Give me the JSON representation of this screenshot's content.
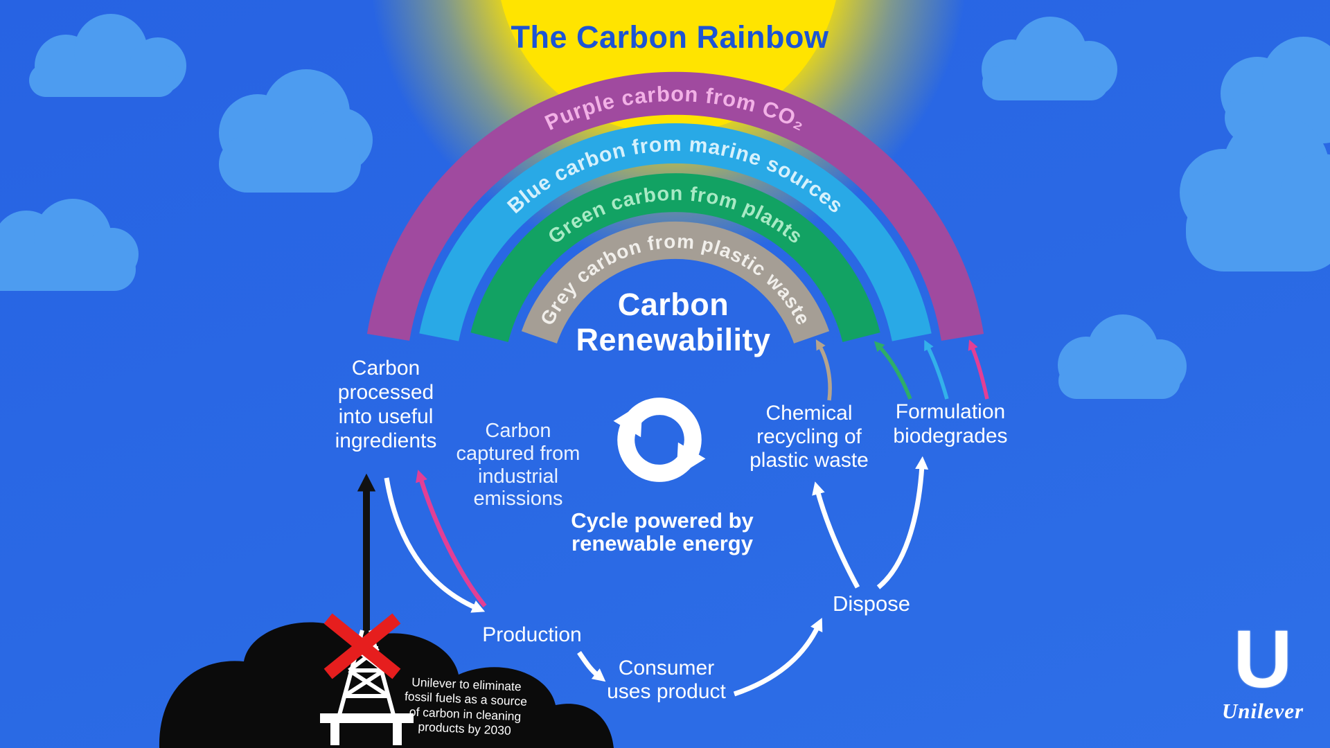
{
  "title": "The Carbon Rainbow",
  "sky": {
    "background": "#2a69e4",
    "cloud_color": "#4d9cf0",
    "sun_color": "#ffe400"
  },
  "rainbow": {
    "center_label": "Carbon\nRenewability",
    "bands": [
      {
        "id": "purple",
        "label": "Purple carbon from CO₂",
        "band_color": "#a04a9f",
        "label_color": "#f2b1e6"
      },
      {
        "id": "blue",
        "label": "Blue carbon from marine sources",
        "band_color": "#29a9e6",
        "label_color": "#d6f1fc"
      },
      {
        "id": "green",
        "label": "Green carbon from plants",
        "band_color": "#12a263",
        "label_color": "#a9eac5"
      },
      {
        "id": "grey",
        "label": "Grey carbon from plastic waste",
        "band_color": "#a59e95",
        "label_color": "#f1efeb"
      }
    ]
  },
  "cycle": {
    "caption": "Cycle powered by\nrenewable energy"
  },
  "flow": {
    "carbon_processed": "Carbon\nprocessed\ninto useful\ningredients",
    "carbon_captured": "Carbon\ncaptured from\nindustrial\nemissions",
    "production": "Production",
    "consumer": "Consumer\nuses product",
    "dispose": "Dispose",
    "chemical_recycling": "Chemical\nrecycling of\nplastic waste",
    "formulation": "Formulation\nbiodegrades"
  },
  "arrows": {
    "white": "#ffffff",
    "pink": "#e23f95",
    "tan": "#b5a48d",
    "green": "#2ead68",
    "cyan": "#33b1ea",
    "black": "#111111",
    "red_x": "#e61e1e"
  },
  "pledge": "Unilever to eliminate\nfossil fuels as a source\nof carbon in cleaning\nproducts by 2030",
  "brand": {
    "logo_letter": "U",
    "wordmark": "Unilever"
  }
}
